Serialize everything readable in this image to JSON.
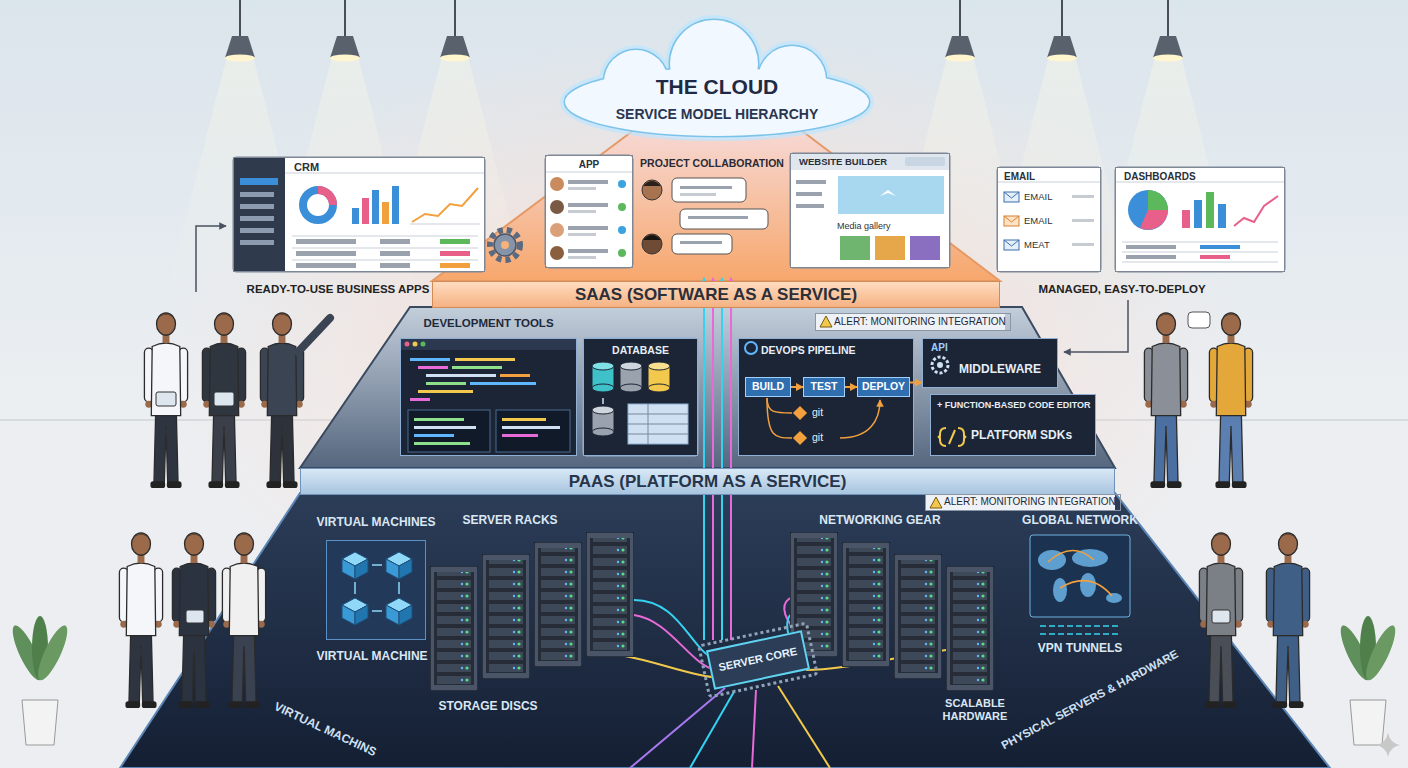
{
  "diagram": {
    "nodes": [
      {
        "text": [
          "THE CLOUD",
          "SERVICE MODEL HIERARCHY"
        ]
      },
      {
        "text": [
          "APP"
        ]
      },
      {
        "text": [
          "WEBSITE BUILDER",
          "Media gallery"
        ]
      },
      {
        "text": [
          "CRM"
        ]
      },
      {
        "text": [
          "EMAIL",
          "EMAIL",
          "EMAIL",
          "MEAT"
        ]
      },
      {
        "text": [
          "DASHBOARDS"
        ]
      },
      {
        "text": [
          "SAAS (SOFTWARE AS A SERVICE)"
        ]
      },
      {
        "text": [
          "ALERT: MONITORING INTEGRATION"
        ]
      },
      {
        "text": [
          "DEVELOPMENT TOOLS"
        ]
      },
      {
        "text": [
          "DATABASE"
        ]
      },
      {
        "text": [
          "DEVOPS PIPELINE"
        ]
      },
      {
        "text": [
          "BUILD"
        ],
        "in": 10
      },
      {
        "text": [
          "TEST"
        ],
        "in": 10
      },
      {
        "text": [
          "DEPLOY"
        ],
        "in": 10
      },
      {
        "text": [
          "API",
          "MIDDLEWARE"
        ]
      },
      {
        "text": [
          "+ FUNCTION-BASED CODE EDITOR",
          "PLATFORM SDKs"
        ]
      },
      {
        "text": [
          "PAAS (PLATFORM AS A SERVICE)"
        ]
      },
      {
        "text": [
          "ALERT: MONITORING INTEGRATION"
        ]
      },
      {
        "text": [
          "VIRTUAL MACHINES"
        ]
      },
      {
        "text": [
          "SERVER CORE"
        ]
      }
    ],
    "edges": [
      {
        "from": 11,
        "to": 12,
        "arrow": "to"
      },
      {
        "from": 12,
        "to": 13,
        "arrow": "to"
      },
      {
        "from": 13,
        "to": 14,
        "arrow": "to"
      }
    ],
    "labels": [
      "READY-TO-USE BUSINESS APPS",
      "PROJECT COLLABORATION",
      "MANAGED, EASY-TO-DEPLOY",
      "git",
      "git",
      "SERVER RACKS",
      "NETWORKING GEAR",
      "GLOBAL NETWORK",
      "VIRTUAL MACHINE",
      "STORAGE DISCS",
      "VPN TUNNELS",
      "SCALABLE HARDWARE",
      "VIRTUAL MACHINS",
      "PHYSICAL SERVERS & HARDWARE"
    ]
  }
}
